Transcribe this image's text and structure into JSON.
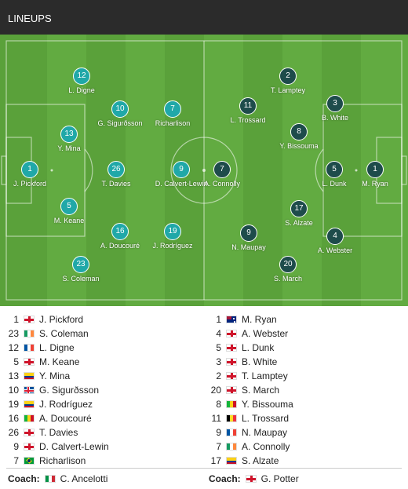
{
  "header": {
    "title": "LINEUPS"
  },
  "pitch_players": [
    {
      "num": "12",
      "name": "L. Digne",
      "team": "home"
    },
    {
      "num": "10",
      "name": "G. Sigurðsson",
      "team": "home"
    },
    {
      "num": "7",
      "name": "Richarlison",
      "team": "home"
    },
    {
      "num": "13",
      "name": "Y. Mina",
      "team": "home"
    },
    {
      "num": "1",
      "name": "J. Pickford",
      "team": "home"
    },
    {
      "num": "26",
      "name": "T. Davies",
      "team": "home"
    },
    {
      "num": "9",
      "name": "D. Calvert-Lewin",
      "team": "home"
    },
    {
      "num": "5",
      "name": "M. Keane",
      "team": "home"
    },
    {
      "num": "16",
      "name": "A. Doucouré",
      "team": "home"
    },
    {
      "num": "19",
      "name": "J. Rodríguez",
      "team": "home"
    },
    {
      "num": "23",
      "name": "S. Coleman",
      "team": "home"
    },
    {
      "num": "2",
      "name": "T. Lamptey",
      "team": "away"
    },
    {
      "num": "11",
      "name": "L. Trossard",
      "team": "away"
    },
    {
      "num": "3",
      "name": "B. White",
      "team": "away"
    },
    {
      "num": "8",
      "name": "Y. Bissouma",
      "team": "away"
    },
    {
      "num": "7",
      "name": "A. Connolly",
      "team": "away"
    },
    {
      "num": "5",
      "name": "L. Dunk",
      "team": "away"
    },
    {
      "num": "1",
      "name": "M. Ryan",
      "team": "away"
    },
    {
      "num": "17",
      "name": "S. Alzate",
      "team": "away"
    },
    {
      "num": "9",
      "name": "N. Maupay",
      "team": "away"
    },
    {
      "num": "4",
      "name": "A. Webster",
      "team": "away"
    },
    {
      "num": "20",
      "name": "S. March",
      "team": "away"
    }
  ],
  "home_list": [
    {
      "num": "1",
      "flag": "england",
      "name": "J. Pickford"
    },
    {
      "num": "23",
      "flag": "ireland",
      "name": "S. Coleman"
    },
    {
      "num": "12",
      "flag": "france",
      "name": "L. Digne"
    },
    {
      "num": "5",
      "flag": "england",
      "name": "M. Keane"
    },
    {
      "num": "13",
      "flag": "colombia",
      "name": "Y. Mina"
    },
    {
      "num": "10",
      "flag": "iceland",
      "name": "G. Sigurðsson"
    },
    {
      "num": "19",
      "flag": "colombia",
      "name": "J. Rodríguez"
    },
    {
      "num": "16",
      "flag": "mali",
      "name": "A. Doucouré"
    },
    {
      "num": "26",
      "flag": "england",
      "name": "T. Davies"
    },
    {
      "num": "9",
      "flag": "england",
      "name": "D. Calvert-Lewin"
    },
    {
      "num": "7",
      "flag": "brazil",
      "name": "Richarlison"
    }
  ],
  "away_list": [
    {
      "num": "1",
      "flag": "australia",
      "name": "M. Ryan"
    },
    {
      "num": "4",
      "flag": "england",
      "name": "A. Webster"
    },
    {
      "num": "5",
      "flag": "england",
      "name": "L. Dunk"
    },
    {
      "num": "3",
      "flag": "england",
      "name": "B. White"
    },
    {
      "num": "2",
      "flag": "england",
      "name": "T. Lamptey"
    },
    {
      "num": "20",
      "flag": "england",
      "name": "S. March"
    },
    {
      "num": "8",
      "flag": "mali",
      "name": "Y. Bissouma"
    },
    {
      "num": "11",
      "flag": "belgium",
      "name": "L. Trossard"
    },
    {
      "num": "9",
      "flag": "france",
      "name": "N. Maupay"
    },
    {
      "num": "7",
      "flag": "ireland",
      "name": "A. Connolly"
    },
    {
      "num": "17",
      "flag": "colombia",
      "name": "S. Alzate"
    }
  ],
  "coaches": {
    "label": "Coach:",
    "home": {
      "flag": "italy",
      "name": "C. Ancelotti"
    },
    "away": {
      "flag": "england",
      "name": "G. Potter"
    }
  }
}
